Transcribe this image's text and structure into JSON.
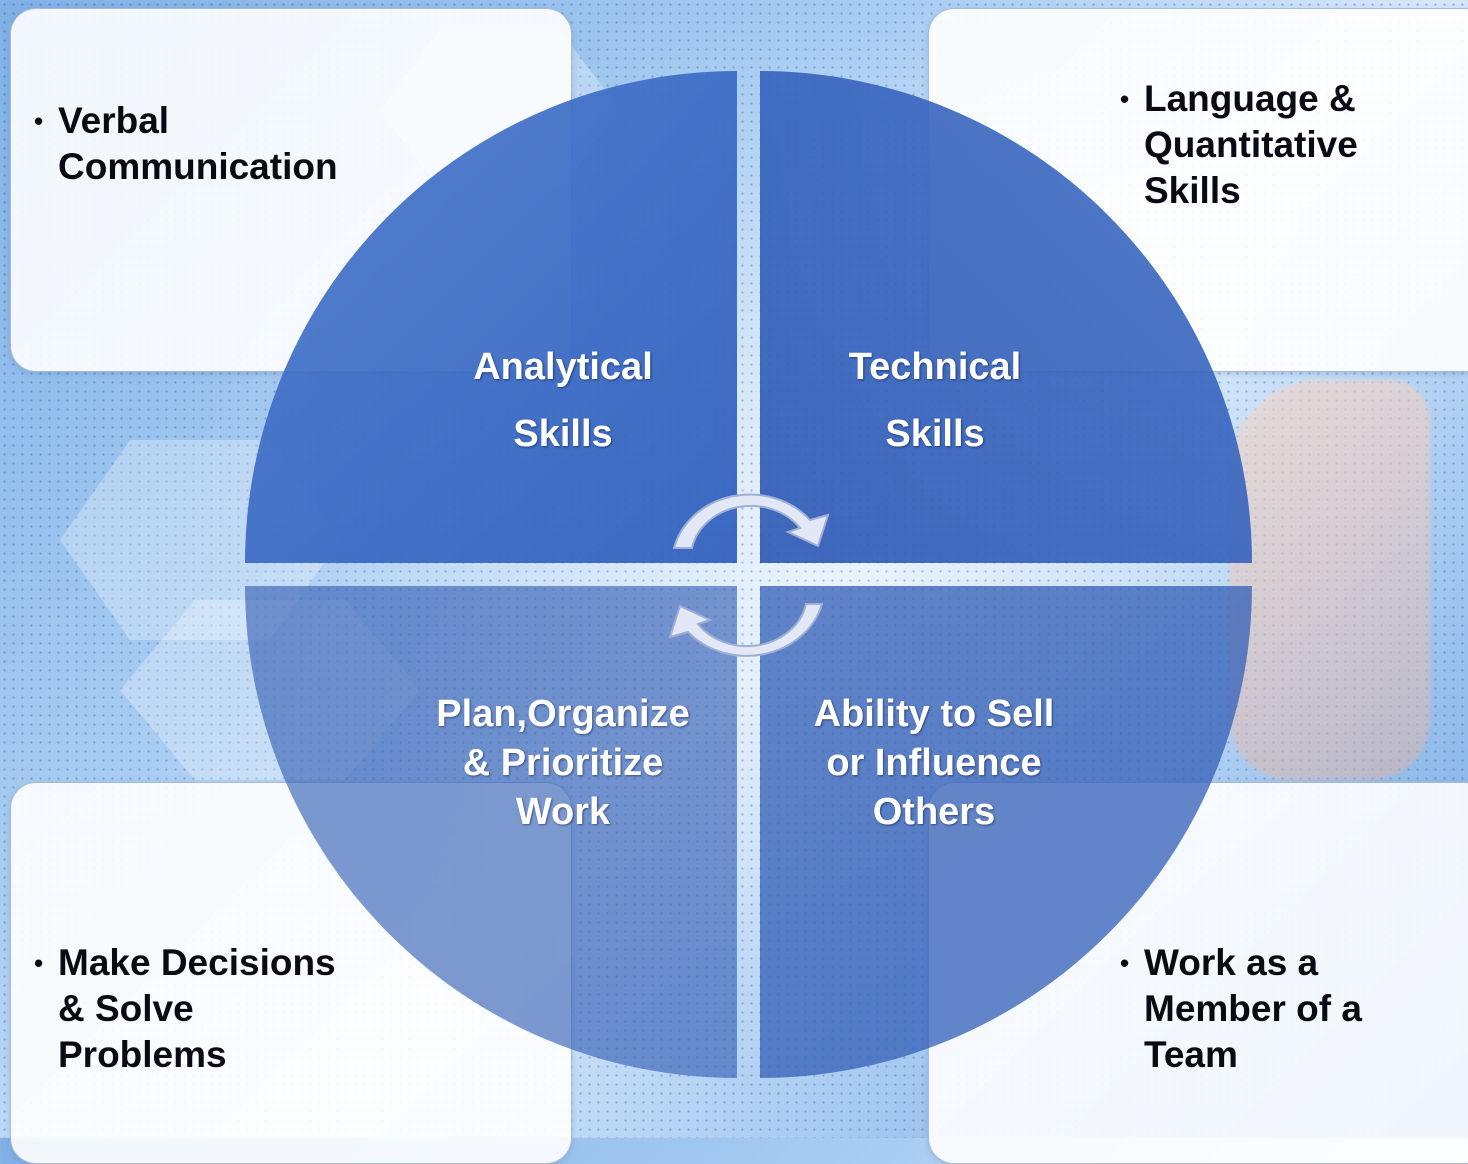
{
  "quadrants": {
    "top_left": "Analytical\nSkills",
    "top_right": "Technical\nSkills",
    "bottom_left": "Plan,Organize\n& Prioritize\nWork",
    "bottom_right": "Ability to Sell\nor Influence\nOthers"
  },
  "cards": {
    "top_left": "Verbal\nCommunication",
    "top_right": "Language &\nQuantitative\nSkills",
    "bottom_left": "Make Decisions\n& Solve\nProblems",
    "bottom_right": "Work as a\nMember of a\nTeam"
  },
  "bullet_symbol": "•",
  "colors": {
    "quadrant_blue": "#3a66c0",
    "card_fill": "#ffffff",
    "label_text": "#ffffff",
    "card_text": "#0a0a14"
  },
  "icons": [
    "cycle-arrows-icon"
  ]
}
